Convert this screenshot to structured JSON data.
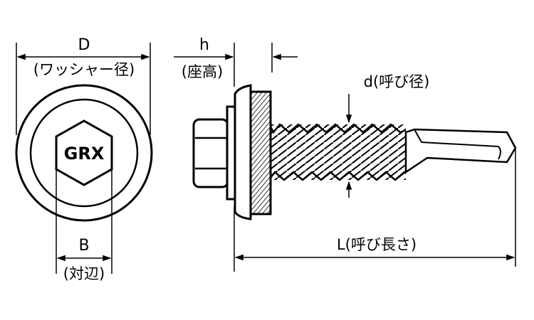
{
  "title": "Hex washer head self-drilling screw dimension diagram",
  "top_view": {
    "hex_marking": "GRX",
    "washer_dim_label": "D",
    "washer_dim_desc": "(ワッシャー径)",
    "across_flats_label": "B",
    "across_flats_desc": "(対辺)"
  },
  "side_view": {
    "seat_height_label": "h",
    "seat_height_desc": "(座高)",
    "diameter_label": "d(呼び径)",
    "length_label": "L(呼び長さ)"
  },
  "colors": {
    "line": "#000000",
    "background": "#ffffff"
  }
}
